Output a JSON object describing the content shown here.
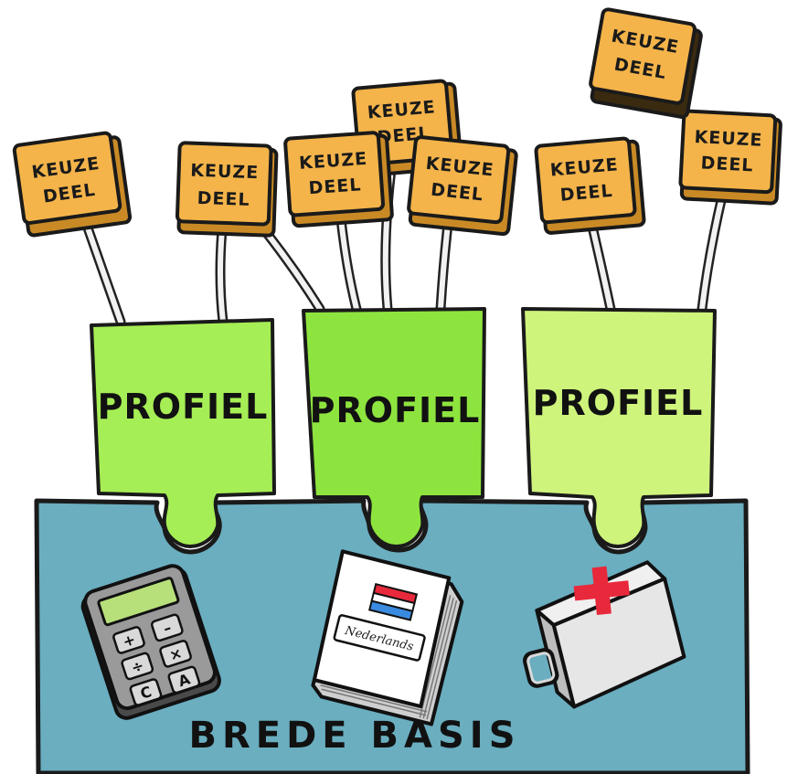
{
  "colors": {
    "base": "#6aaec0",
    "keuze": "#f4b44a",
    "keuze_dark": "#c98a26",
    "profiel_left": "#a6ee55",
    "profiel_mid": "#8ee43f",
    "profiel_right": "#cff47c",
    "outline": "#1a1a1a",
    "cross": "#e8293b"
  },
  "keuzedeel": {
    "line1": "KEUZE",
    "line2": "DEEL"
  },
  "profiel": {
    "label": "PROFIEL"
  },
  "basis": {
    "label": "BREDE BASIS",
    "items": [
      {
        "icon": "calculator-icon"
      },
      {
        "icon": "book-icon",
        "text": "Nederlands"
      },
      {
        "icon": "first-aid-kit-icon"
      }
    ]
  },
  "calculator": {
    "keys": [
      "+",
      "–",
      "÷",
      "×",
      "C",
      "A"
    ]
  }
}
